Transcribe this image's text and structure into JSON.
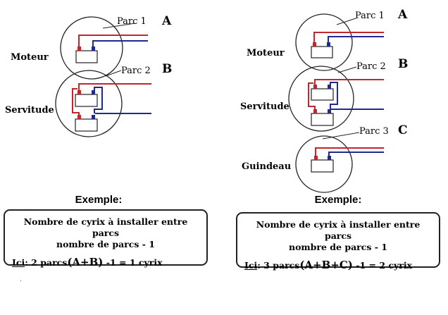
{
  "diagrams": [
    {
      "id": "left",
      "rows": [
        {
          "park_label": "Parc 1",
          "letter": "A",
          "role_label": "Moteur"
        },
        {
          "park_label": "Parc 2",
          "letter": "B",
          "role_label": "Servitude"
        }
      ],
      "example": {
        "title": "Exemple:",
        "line1": "Nombre de cyrix à installer entre parcs",
        "line2": "nombre de parcs - 1",
        "line3_prefix": "Ici",
        "line3_text": ": 2 parcs",
        "line3_formula": "(A+B)",
        "line3_suffix": " -1 =  1 cyrix"
      }
    },
    {
      "id": "right",
      "rows": [
        {
          "park_label": "Parc 1",
          "letter": "A",
          "role_label": "Moteur"
        },
        {
          "park_label": "Parc 2",
          "letter": "B",
          "role_label": "Servitude"
        },
        {
          "park_label": "Parc 3",
          "letter": "C",
          "role_label": "Guindeau"
        }
      ],
      "example": {
        "title": "Exemple:",
        "line1": "Nombre de cyrix à installer entre parcs",
        "line2": "nombre de parcs - 1",
        "line3_prefix": "Ici",
        "line3_text": ": 3 parcs",
        "line3_formula": "(A+B+C)",
        "line3_suffix": " -1 =  2 cyrix"
      }
    }
  ],
  "colors": {
    "positive": "#c0262c",
    "negative": "#1f2a8c",
    "outline": "#222222"
  }
}
